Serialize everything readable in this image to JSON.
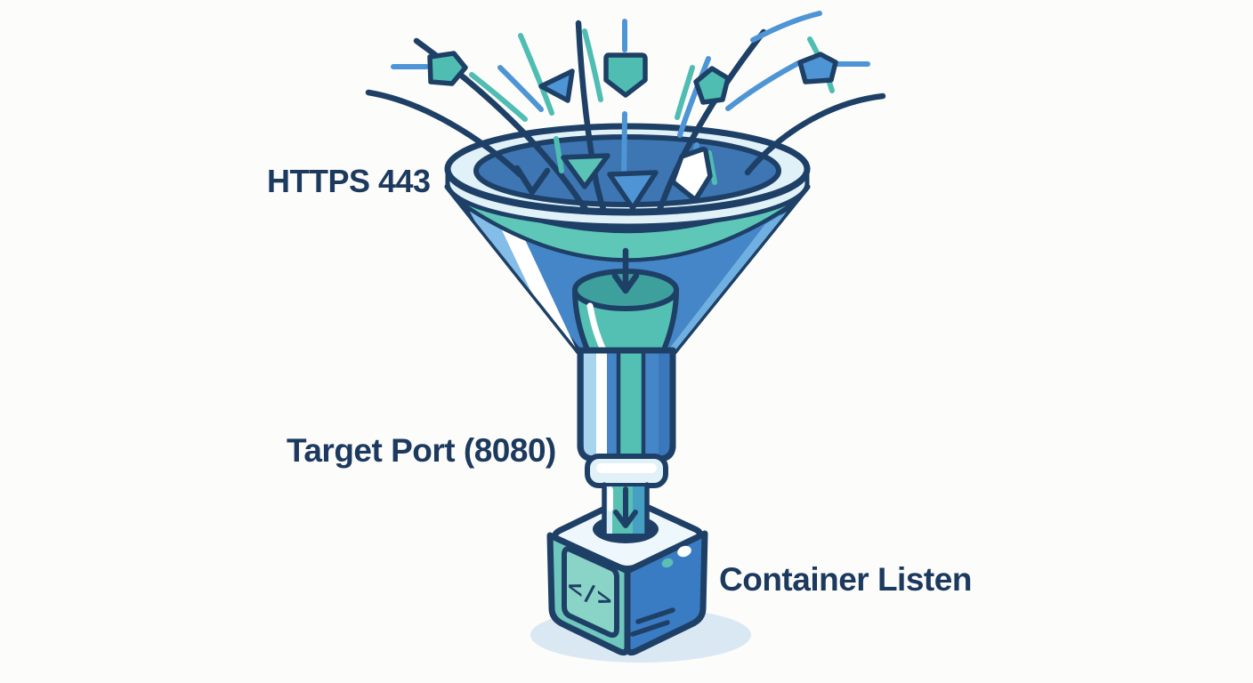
{
  "figure": {
    "type": "illustration-diagram",
    "topic": "Traffic funnel port mapping: HTTPS 443 into funnel, Target Port (8080) stem, container listening",
    "labels": {
      "https": "HTTPS 443",
      "target_port": "Target Port (8080)",
      "container": "Container Listen"
    },
    "code_glyph": "</>",
    "palette": {
      "navy": "#1e4066",
      "text-navy": "#1c3a5e",
      "blue": "#4e95d6",
      "teal": "#4fbdb2",
      "teal-band": "#5ec7b8",
      "bowl-blue": "#3d76b2",
      "cone-blue": "#4586c8",
      "rim-light": "#e0f1f8",
      "cube-top": "#eef7fb",
      "cube-left": "#6fc7bd",
      "cube-right": "#3a7cc4",
      "panel-teal": "#8ad3c7",
      "shadow": "#d9e8f3",
      "background": "#fcfcfb"
    }
  }
}
